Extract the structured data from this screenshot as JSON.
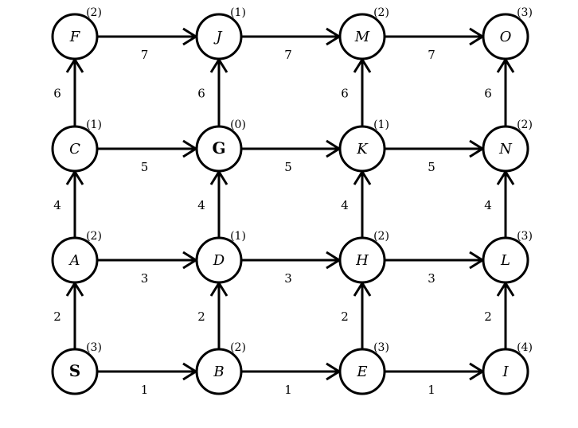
{
  "nodes": [
    {
      "id": "S",
      "label": "S",
      "h": "(3)",
      "col": 0,
      "row": 3,
      "bold": true
    },
    {
      "id": "B",
      "label": "B",
      "h": "(2)",
      "col": 1,
      "row": 3
    },
    {
      "id": "E",
      "label": "E",
      "h": "(3)",
      "col": 2,
      "row": 3
    },
    {
      "id": "I",
      "label": "I",
      "h": "(4)",
      "col": 3,
      "row": 3
    },
    {
      "id": "A",
      "label": "A",
      "h": "(2)",
      "col": 0,
      "row": 2
    },
    {
      "id": "D",
      "label": "D",
      "h": "(1)",
      "col": 1,
      "row": 2
    },
    {
      "id": "H",
      "label": "H",
      "h": "(2)",
      "col": 2,
      "row": 2
    },
    {
      "id": "L",
      "label": "L",
      "h": "(3)",
      "col": 3,
      "row": 2
    },
    {
      "id": "C",
      "label": "C",
      "h": "(1)",
      "col": 0,
      "row": 1
    },
    {
      "id": "G",
      "label": "G",
      "h": "(0)",
      "col": 1,
      "row": 1,
      "bold": true
    },
    {
      "id": "K",
      "label": "K",
      "h": "(1)",
      "col": 2,
      "row": 1
    },
    {
      "id": "N",
      "label": "N",
      "h": "(2)",
      "col": 3,
      "row": 1
    },
    {
      "id": "F",
      "label": "F",
      "h": "(2)",
      "col": 0,
      "row": 0
    },
    {
      "id": "J",
      "label": "J",
      "h": "(1)",
      "col": 1,
      "row": 0
    },
    {
      "id": "M",
      "label": "M",
      "h": "(2)",
      "col": 2,
      "row": 0
    },
    {
      "id": "O",
      "label": "O",
      "h": "(3)",
      "col": 3,
      "row": 0
    }
  ],
  "edges": [
    {
      "from": "S",
      "to": "B",
      "w": "1"
    },
    {
      "from": "B",
      "to": "E",
      "w": "1"
    },
    {
      "from": "E",
      "to": "I",
      "w": "1"
    },
    {
      "from": "A",
      "to": "D",
      "w": "3"
    },
    {
      "from": "D",
      "to": "H",
      "w": "3"
    },
    {
      "from": "H",
      "to": "L",
      "w": "3"
    },
    {
      "from": "C",
      "to": "G",
      "w": "5"
    },
    {
      "from": "G",
      "to": "K",
      "w": "5"
    },
    {
      "from": "K",
      "to": "N",
      "w": "5"
    },
    {
      "from": "F",
      "to": "J",
      "w": "7"
    },
    {
      "from": "J",
      "to": "M",
      "w": "7"
    },
    {
      "from": "M",
      "to": "O",
      "w": "7"
    },
    {
      "from": "S",
      "to": "A",
      "w": "2"
    },
    {
      "from": "B",
      "to": "D",
      "w": "2"
    },
    {
      "from": "E",
      "to": "H",
      "w": "2"
    },
    {
      "from": "I",
      "to": "L",
      "w": "2"
    },
    {
      "from": "A",
      "to": "C",
      "w": "4"
    },
    {
      "from": "D",
      "to": "G",
      "w": "4"
    },
    {
      "from": "H",
      "to": "K",
      "w": "4"
    },
    {
      "from": "L",
      "to": "N",
      "w": "4"
    },
    {
      "from": "C",
      "to": "F",
      "w": "6"
    },
    {
      "from": "G",
      "to": "J",
      "w": "6"
    },
    {
      "from": "K",
      "to": "M",
      "w": "6"
    },
    {
      "from": "N",
      "to": "O",
      "w": "6"
    }
  ]
}
